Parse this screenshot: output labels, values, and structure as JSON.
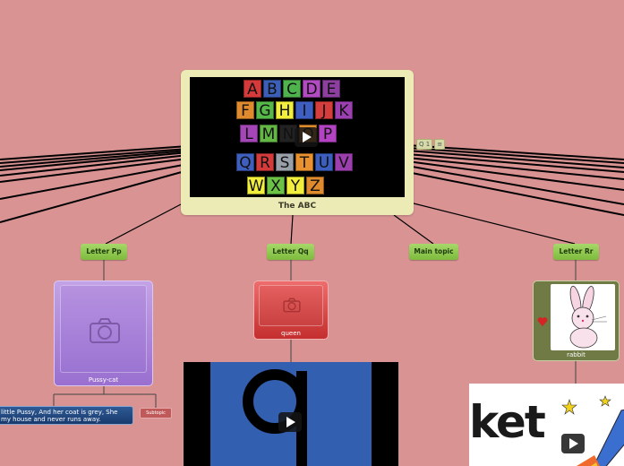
{
  "central": {
    "caption": "The ABC",
    "letters": [
      {
        "ch": "A",
        "bg": "#d43a3a"
      },
      {
        "ch": "B",
        "bg": "#3b5fb6"
      },
      {
        "ch": "C",
        "bg": "#4fb34d"
      },
      {
        "ch": "D",
        "bg": "#b24bc1"
      },
      {
        "ch": "E",
        "bg": "#8d3fa0"
      },
      {
        "ch": "F",
        "bg": "#e08a2e"
      },
      {
        "ch": "G",
        "bg": "#56b848"
      },
      {
        "ch": "H",
        "bg": "#f2ee3c"
      },
      {
        "ch": "I",
        "bg": "#3e5ec2"
      },
      {
        "ch": "J",
        "bg": "#d63d3d"
      },
      {
        "ch": "K",
        "bg": "#9c3fb0"
      },
      {
        "ch": "L",
        "bg": "#a546b8"
      },
      {
        "ch": "M",
        "bg": "#63b845"
      },
      {
        "ch": "N",
        "bg": "#222222"
      },
      {
        "ch": "O",
        "bg": "#e08b2b"
      },
      {
        "ch": "P",
        "bg": "#b443c4"
      },
      {
        "ch": "Q",
        "bg": "#3f5fbf"
      },
      {
        "ch": "R",
        "bg": "#d63b3b"
      },
      {
        "ch": "S",
        "bg": "#9aa0aa"
      },
      {
        "ch": "T",
        "bg": "#e8912e"
      },
      {
        "ch": "U",
        "bg": "#3a5fc0"
      },
      {
        "ch": "V",
        "bg": "#9c3eae"
      },
      {
        "ch": "W",
        "bg": "#f2ee3c"
      },
      {
        "ch": "X",
        "bg": "#6cc245"
      },
      {
        "ch": "Y",
        "bg": "#f2ee3c"
      },
      {
        "ch": "Z",
        "bg": "#e08a2e"
      }
    ]
  },
  "mini_icons": [
    "Q 1",
    "≡"
  ],
  "topics": {
    "pp": "Letter Pp",
    "qq": "Letter Qq",
    "main": "Main topic",
    "rr": "Letter Rr"
  },
  "cards": {
    "purple_caption": "Pussy-cat",
    "red_caption": "queen",
    "green_caption": "rabbit"
  },
  "notes": {
    "blue_line1": "little Pussy, And her coat is grey, She",
    "blue_line2": "my house and never runs away.",
    "red_label": "Subtopic"
  },
  "rocket_word": "ket",
  "colors": {
    "background": "#d99393",
    "central_frame": "#ecebb6",
    "topic_green": "#8cc44d",
    "card_purple": "#a77ed8",
    "card_red": "#d84545",
    "card_green": "#6f7a44",
    "video_blue": "#335fb0"
  },
  "icons": [
    "camera-icon",
    "play-icon",
    "heart-icon",
    "star-icon"
  ]
}
